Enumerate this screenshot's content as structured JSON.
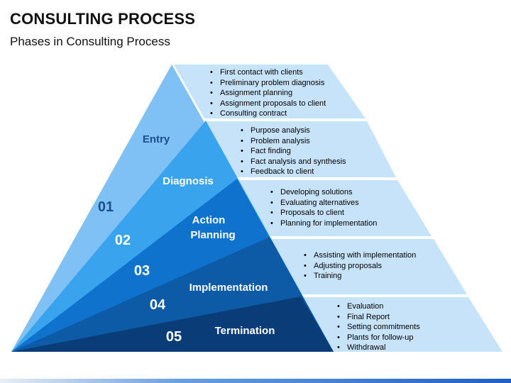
{
  "title": "CONSULTING PROCESS",
  "subtitle": "Phases in Consulting Process",
  "phases": [
    {
      "number": "01",
      "name": "Entry",
      "color": "#7fc1f5",
      "bullets": [
        "First contact with clients",
        "Preliminary problem diagnosis",
        "Assignment planning",
        "Assignment proposals to client",
        "Consulting contract"
      ]
    },
    {
      "number": "02",
      "name": "Diagnosis",
      "color": "#39a3ee",
      "bullets": [
        "Purpose analysis",
        "Problem analysis",
        "Fact finding",
        "Fact analysis and synthesis",
        "Feedback to client"
      ]
    },
    {
      "number": "03",
      "name_line1": "Action",
      "name_line2": "Planning",
      "color": "#0f72cd",
      "bullets": [
        "Developing solutions",
        "Evaluating alternatives",
        "Proposals to client",
        "Planning for implementation"
      ]
    },
    {
      "number": "04",
      "name": "Implementation",
      "color": "#0d5aa6",
      "bullets": [
        "Assisting with implementation",
        "Adjusting proposals",
        "Training"
      ]
    },
    {
      "number": "05",
      "name": "Termination",
      "color": "#0a3d78",
      "bullets": [
        "Evaluation",
        "Final Report",
        "Setting commitments",
        "Plants for follow-up",
        "Withdrawal"
      ]
    }
  ],
  "colors": {
    "left_face": "#b9dcf8",
    "right_panel": "#c7e3fa",
    "phase_text": "#ffffff",
    "entry_label": "#1c4f8c"
  }
}
